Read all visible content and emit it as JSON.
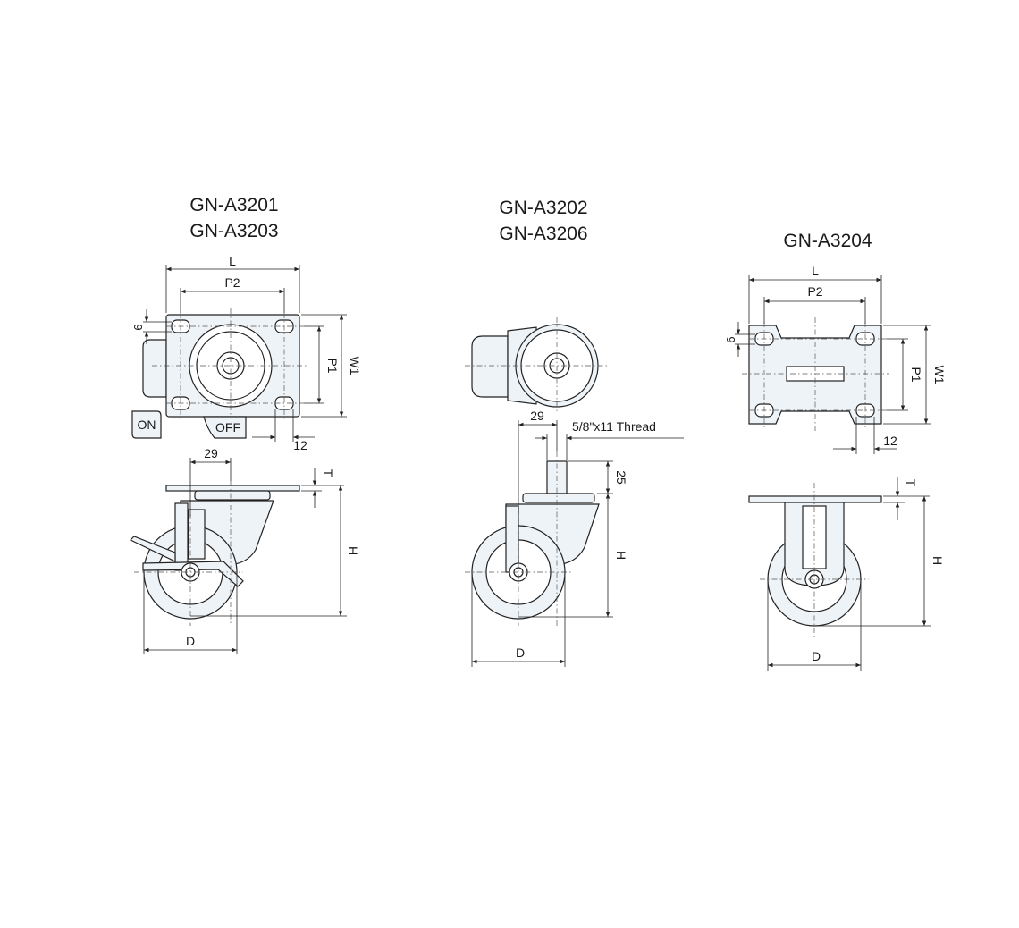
{
  "figures": [
    {
      "id": "brake-swivel",
      "titles": [
        "GN-A3201",
        "GN-A3203"
      ],
      "top_view": {
        "L": "L",
        "P2": "P2",
        "W1": "W1",
        "P1": "P1",
        "hole": "9",
        "edge": "12",
        "brake_on": "ON",
        "brake_off": "OFF"
      },
      "side_view": {
        "offset": "29",
        "T": "T",
        "H": "H",
        "D": "D"
      }
    },
    {
      "id": "threaded-swivel",
      "titles": [
        "GN-A3202",
        "GN-A3206"
      ],
      "side_view": {
        "offset": "29",
        "thread": "5/8\"x11 Thread",
        "stem": "25",
        "H": "H",
        "D": "D"
      }
    },
    {
      "id": "rigid",
      "titles": [
        "GN-A3204"
      ],
      "top_view": {
        "L": "L",
        "P2": "P2",
        "W1": "W1",
        "P1": "P1",
        "hole": "9",
        "edge": "12"
      },
      "side_view": {
        "T": "T",
        "H": "H",
        "D": "D"
      }
    }
  ]
}
